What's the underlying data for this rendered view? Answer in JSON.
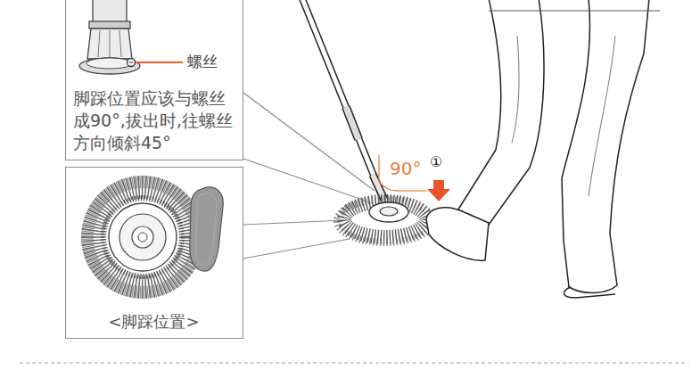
{
  "diagram": {
    "nodes": [
      {
        "text": [
          "脚踩位置应该与螺丝成90°,拔出时,往螺丝方向倾斜45°"
        ]
      },
      {
        "text": [
          "<脚踩位置>"
        ]
      }
    ],
    "labels": [
      "螺丝",
      "90°",
      "①"
    ]
  }
}
